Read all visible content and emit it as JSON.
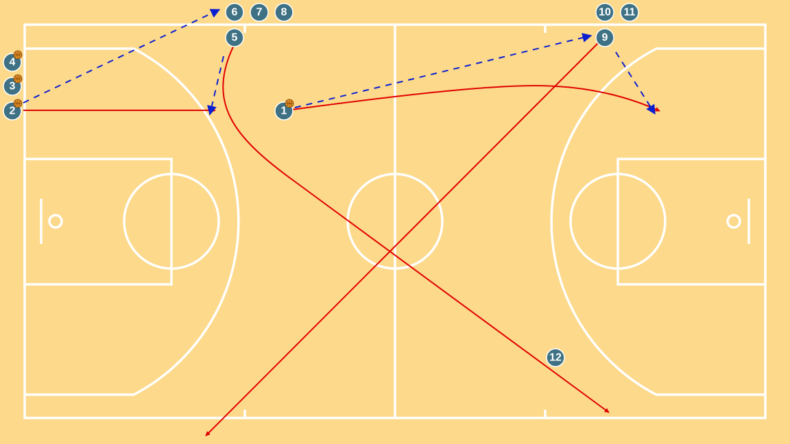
{
  "colors": {
    "court_background": "#fcd98b",
    "court_lines": "#ffffff",
    "player_fill": "#3d7183",
    "movement": "#e00000",
    "pass": "#0a1fd0",
    "ball": "#e8962a"
  },
  "players": [
    {
      "label": "1",
      "has_ball": true
    },
    {
      "label": "2",
      "has_ball": true
    },
    {
      "label": "3",
      "has_ball": true
    },
    {
      "label": "4",
      "has_ball": true
    },
    {
      "label": "5",
      "has_ball": false
    },
    {
      "label": "6",
      "has_ball": false
    },
    {
      "label": "7",
      "has_ball": false
    },
    {
      "label": "8",
      "has_ball": false
    },
    {
      "label": "9",
      "has_ball": false
    },
    {
      "label": "10",
      "has_ball": false
    },
    {
      "label": "11",
      "has_ball": false
    },
    {
      "label": "12",
      "has_ball": false
    }
  ],
  "movements": [
    {
      "type": "dribble-run",
      "from": "2"
    },
    {
      "type": "cut",
      "from": "5"
    },
    {
      "type": "dribble-run",
      "from": "1"
    },
    {
      "type": "cut",
      "from": "9"
    }
  ],
  "passes": [
    {
      "from": "2",
      "to": "6"
    },
    {
      "from": "5",
      "to": "2"
    },
    {
      "from": "1",
      "to": "9"
    },
    {
      "from": "9",
      "to": "1"
    }
  ]
}
